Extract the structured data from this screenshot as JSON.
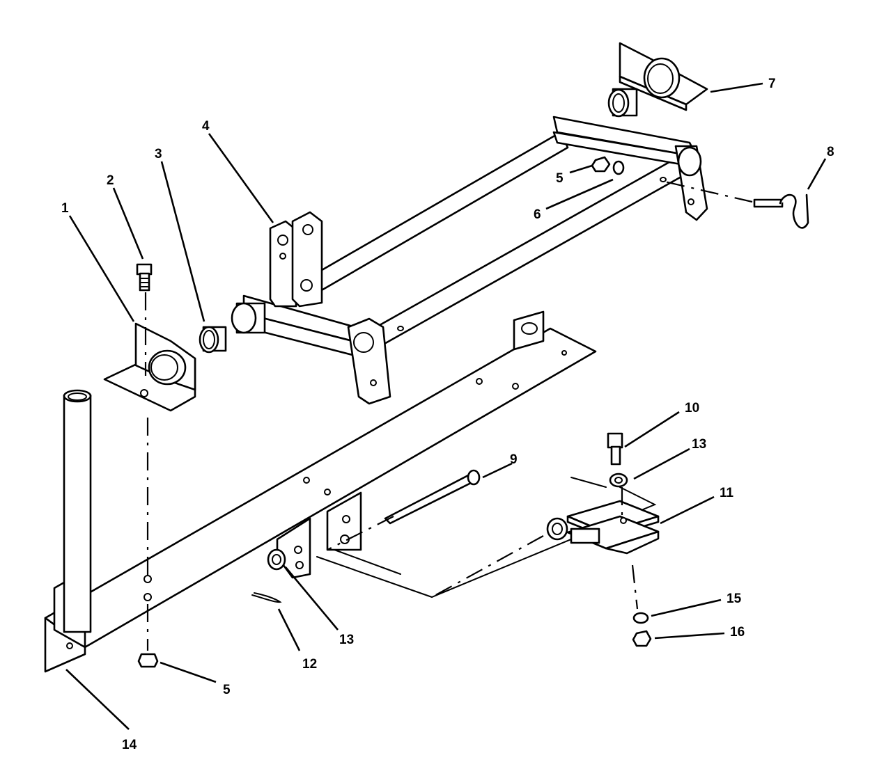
{
  "diagram": {
    "callouts": [
      {
        "id": "c1",
        "label": "1"
      },
      {
        "id": "c2",
        "label": "2"
      },
      {
        "id": "c3",
        "label": "3"
      },
      {
        "id": "c4",
        "label": "4"
      },
      {
        "id": "c5a",
        "label": "5"
      },
      {
        "id": "c5b",
        "label": "5"
      },
      {
        "id": "c6",
        "label": "6"
      },
      {
        "id": "c7",
        "label": "7"
      },
      {
        "id": "c8",
        "label": "8"
      },
      {
        "id": "c9",
        "label": "9"
      },
      {
        "id": "c10",
        "label": "10"
      },
      {
        "id": "c11",
        "label": "11"
      },
      {
        "id": "c12",
        "label": "12"
      },
      {
        "id": "c13a",
        "label": "13"
      },
      {
        "id": "c13b",
        "label": "13"
      },
      {
        "id": "c14",
        "label": "14"
      },
      {
        "id": "c15",
        "label": "15"
      },
      {
        "id": "c16",
        "label": "16"
      }
    ]
  }
}
